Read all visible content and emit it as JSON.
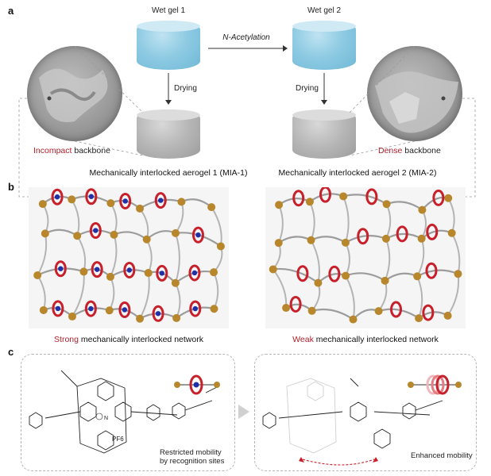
{
  "panel_a": {
    "letter": "a",
    "wet_gel_1": "Wet gel 1",
    "wet_gel_2": "Wet gel 2",
    "reaction": "N-Acetylation",
    "drying_left": "Drying",
    "drying_right": "Drying",
    "incompact_word": "Incompact",
    "incompact_rest": " backbone",
    "dense_word": "Dense",
    "dense_rest": " backbone",
    "aerogel_1": "Mechanically interlocked aerogel 1 (MIA-1)",
    "aerogel_2": "Mechanically interlocked aerogel 2 (MIA-2)"
  },
  "panel_b": {
    "letter": "b",
    "strong_word": "Strong",
    "strong_rest": " mechanically interlocked network",
    "weak_word": "Weak",
    "weak_rest": " mechanically interlocked network"
  },
  "panel_c": {
    "letter": "c",
    "left_note_1": "Restricted mobility",
    "left_note_2": "by recognition sites",
    "pf6": "PF6",
    "right_note": "Enhanced mobility"
  },
  "colors": {
    "ring_red": "#c8202b",
    "bead_gold": "#b8862b",
    "bead_blue": "#1f2fa8",
    "gel_blue": "#8fcbe3",
    "gel_grey": "#b6b6b6",
    "accent_red": "#b0202a"
  }
}
